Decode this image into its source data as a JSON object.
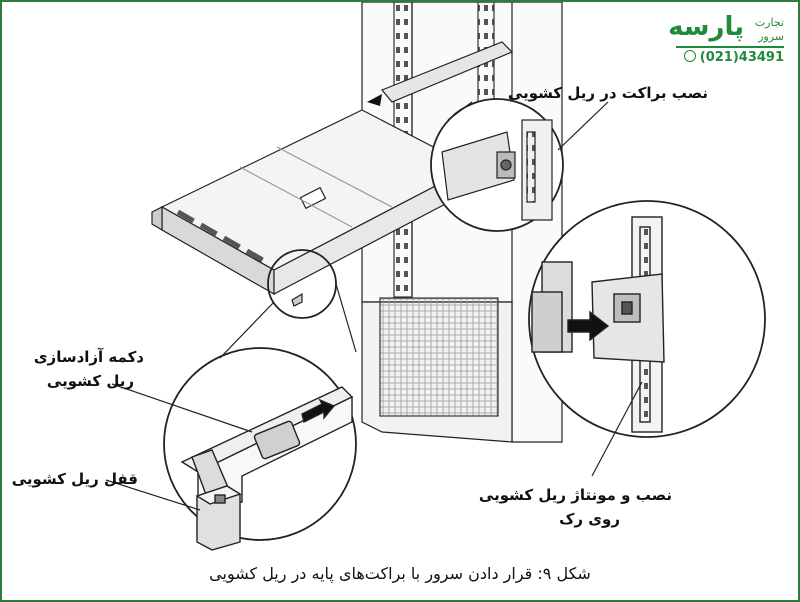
{
  "logo": {
    "brand": "پارسه",
    "line1": "تجارت",
    "line2": "سرور",
    "phone": "(021)43491"
  },
  "labels": {
    "bracket_install": "نصب براکت در ریل کشویی",
    "release_button_line1": "دکمه آزادسازی",
    "release_button_line2": "ریل کشویی",
    "slide_lock": "قفل ریل کشویی",
    "mount_line1": "نصب و مونتاژ ریل کشویی",
    "mount_line2": "روی رک"
  },
  "caption": "شکل ۹: قرار دادن سرور با براکت‌های پایه در ریل کشویی",
  "colors": {
    "brand": "#1f8a3a",
    "frame": "#2f7d3a",
    "line": "#222222"
  }
}
